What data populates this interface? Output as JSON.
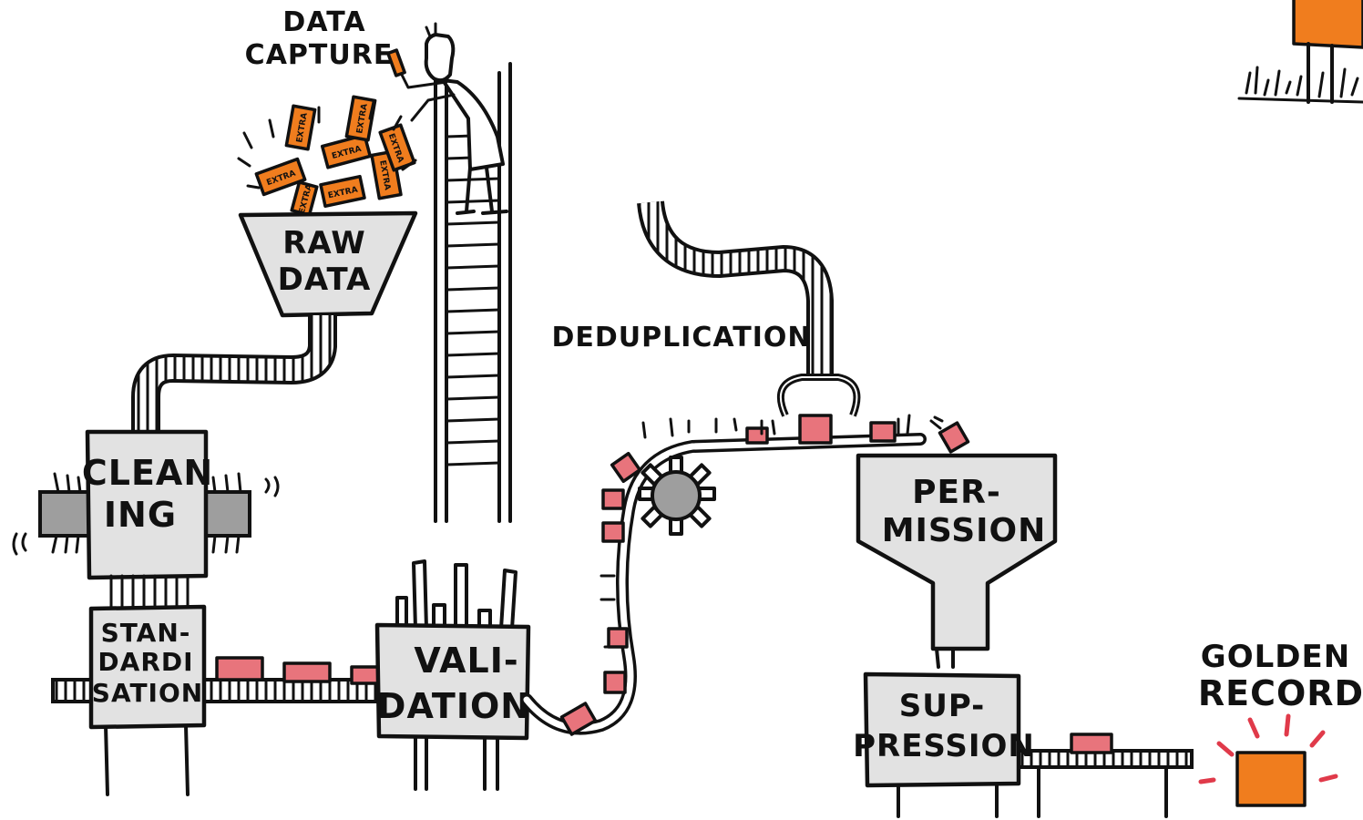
{
  "labels": {
    "data_capture_line1": "DATA",
    "data_capture_line2": "CAPTURE",
    "raw_data_line1": "RAW",
    "raw_data_line2": "DATA",
    "cleaning_line1": "CLEAN",
    "cleaning_line2": "ING",
    "standardisation_line1": "STAN-",
    "standardisation_line2": "DARDI",
    "standardisation_line3": "SATION",
    "validation_line1": "VALI-",
    "validation_line2": "DATION",
    "deduplication": "DEDUPLICATION",
    "permission_line1": "PER-",
    "permission_line2": "MISSION",
    "suppression_line1": "SUP-",
    "suppression_line2": "PRESSION",
    "golden_record_line1": "GOLDEN",
    "golden_record_line2": "RECORD"
  },
  "ticket_text": "EXTRA",
  "colors": {
    "record": "#e8747c",
    "ticket": "#f07d1e",
    "machine": "#e2e2e2",
    "ink": "#111111"
  },
  "icons": {
    "person": "person-on-ladder-icon",
    "gear": "gear-icon",
    "claw": "claw-grabber-icon",
    "golden_record": "golden-record-box-icon"
  }
}
